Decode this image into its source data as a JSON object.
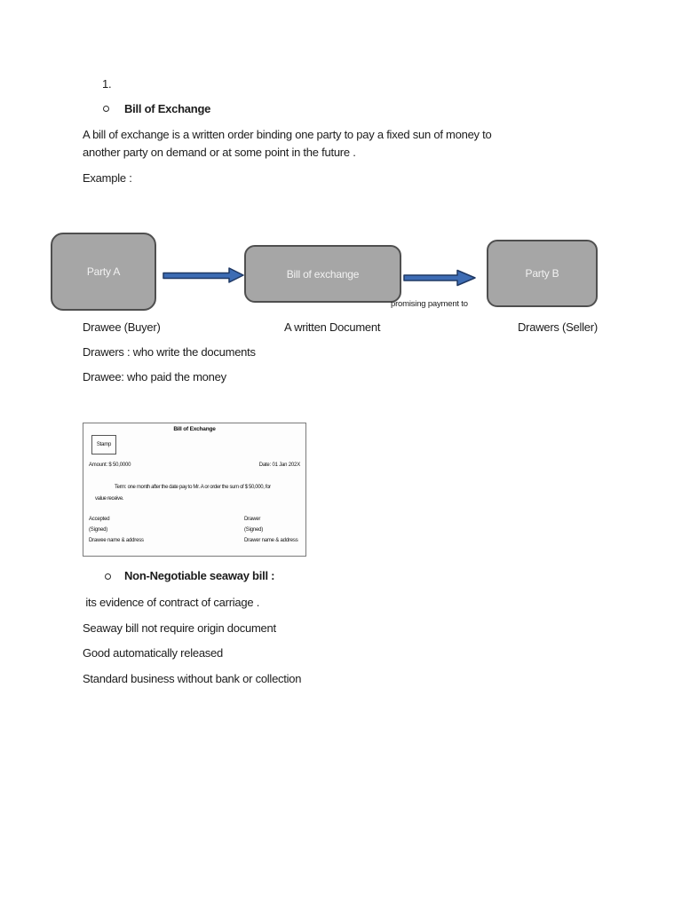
{
  "theme": {
    "page_bg": "#ffffff",
    "text_color": "#1c1c1c",
    "box_fill": "#a6a6a6",
    "box_border": "#4f4f4f",
    "box_text": "#f2f2f2",
    "arrow_fill": "#3d6cb4",
    "arrow_border": "#1f3864",
    "bill_border": "#7a7a7a"
  },
  "document": {
    "list_number": "1.",
    "section1": {
      "heading": "Bill of Exchange",
      "paragraph_lines": [
        "A bill of exchange is a written order binding one party to pay a fixed sun of money to",
        "another party on demand or at some point in the future ."
      ],
      "example_label": "Example :"
    },
    "diagram": {
      "boxes": [
        {
          "label": "Party A",
          "caption": "Drawee (Buyer)"
        },
        {
          "label": "Bill of exchange",
          "caption": "A written Document"
        },
        {
          "label": "Party B",
          "caption": "Drawers (Seller)"
        }
      ],
      "arrow2_caption": "promising payment to"
    },
    "notes": [
      "Drawers : who write the documents",
      "Drawee: who paid the money"
    ],
    "bill_form": {
      "title": "Bill of Exchange",
      "stamp_label": "Stamp",
      "amount": "Amount: $ 50,0000",
      "date": "Date: 01 Jan 202X",
      "term_lines": [
        "Term: one month after the date pay to Mr. A or order the sum of $ 50,000, for",
        "value receive."
      ],
      "left_signature": [
        "Accepted",
        "(Signed)",
        "Drawee name & address"
      ],
      "right_signature": [
        "Drawer",
        "(Signed)",
        "Drawer name & address"
      ]
    },
    "section2": {
      "heading": "Non-Negotiable seaway bill :",
      "lines": [
        " its evidence of contract of carriage .",
        "Seaway bill not require origin document",
        "Good automatically released",
        "Standard business without bank or collection"
      ]
    }
  }
}
